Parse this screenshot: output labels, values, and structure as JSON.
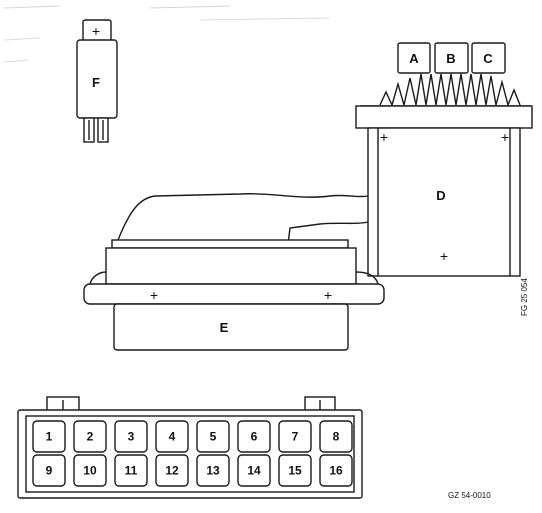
{
  "labels": {
    "fuse": "F",
    "relay_terminal_a": "A",
    "relay_terminal_b": "B",
    "relay_terminal_c": "C",
    "control_unit": "D",
    "connector": "E",
    "plus": "+"
  },
  "connector_pins": {
    "top_row": [
      "1",
      "2",
      "3",
      "4",
      "5",
      "6",
      "7",
      "8"
    ],
    "bottom_row": [
      "9",
      "10",
      "11",
      "12",
      "13",
      "14",
      "15",
      "16"
    ]
  },
  "figure_codes": {
    "side": "FG 25 054",
    "bottom": "GZ 54-0010"
  }
}
